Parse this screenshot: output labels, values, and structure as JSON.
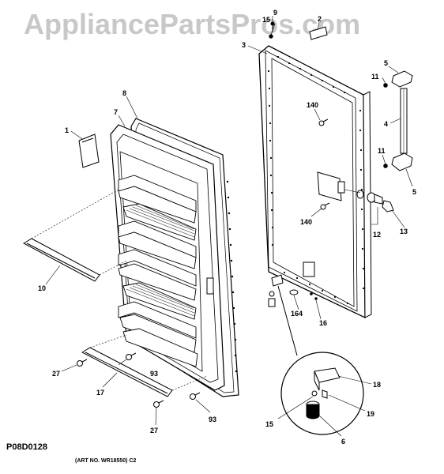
{
  "watermark": "AppliancePartsPros.com",
  "figure_code": "P08D0128",
  "art_number": "(ART NO. WR18550) C2",
  "callouts": {
    "c1": "1",
    "c2": "2",
    "c3": "3",
    "c4": "4",
    "c5a": "5",
    "c5b": "5",
    "c6": "6",
    "c7": "7",
    "c8": "8",
    "c9": "9",
    "c10": "10",
    "c11a": "11",
    "c11b": "11",
    "c12": "12",
    "c13": "13",
    "c140a": "140",
    "c140b": "140",
    "c15a": "15",
    "c15b": "15",
    "c16": "16",
    "c164": "164",
    "c17": "17",
    "c18": "18",
    "c19": "19",
    "c27a": "27",
    "c27b": "27",
    "c93a": "93",
    "c93b": "93"
  }
}
